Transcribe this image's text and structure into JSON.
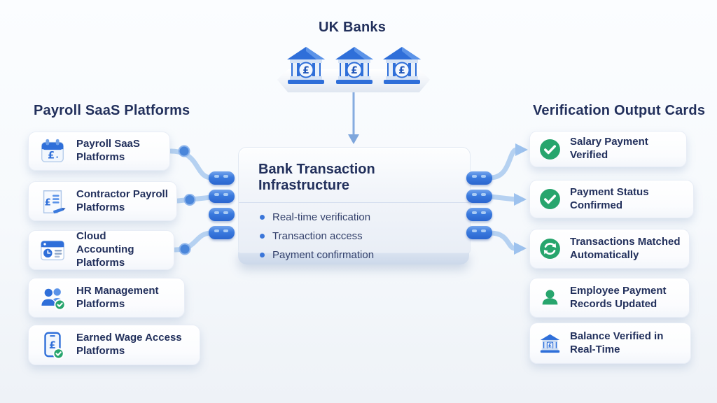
{
  "uk_banks": {
    "title": "UK Banks",
    "bank_count": 3,
    "bank_icon": "bank-pound-icon"
  },
  "left_column": {
    "heading": "Payroll SaaS Platforms",
    "cards": [
      {
        "label": "Payroll SaaS Platforms",
        "icon": "calendar-pound-icon"
      },
      {
        "label": "Contractor Payroll Platforms",
        "icon": "payslip-pound-icon"
      },
      {
        "label": "Cloud Accounting Platforms",
        "icon": "browser-clock-icon"
      },
      {
        "label": "HR Management Platforms",
        "icon": "people-check-icon"
      },
      {
        "label": "Earned Wage Access Platforms",
        "icon": "phone-pound-check-icon"
      }
    ]
  },
  "center_box": {
    "title": "Bank Transaction Infrastructure",
    "bullets": [
      "Real-time verification",
      "Transaction access",
      "Payment confirmation"
    ]
  },
  "right_column": {
    "heading": "Verification Output Cards",
    "cards": [
      {
        "label": "Salary Payment Verified",
        "icon": "check-circle-icon"
      },
      {
        "label": "Payment Status Confirmed",
        "icon": "check-circle-icon"
      },
      {
        "label": "Transactions Matched Automatically",
        "icon": "sync-circle-icon"
      },
      {
        "label": "Employee Payment Records Updated",
        "icon": "employee-icon"
      },
      {
        "label": "Balance Verified in Real-Time",
        "icon": "bank-pound-icon"
      }
    ]
  },
  "colors": {
    "accent_blue": "#2f6fd9",
    "success_green": "#27a56d",
    "heading_text": "#22305c",
    "connector_tube": "#b5d1f1",
    "connector_knob": "#4a86da",
    "arrowhead": "#9dc2ee",
    "box_edge": "#ccd8ea"
  }
}
